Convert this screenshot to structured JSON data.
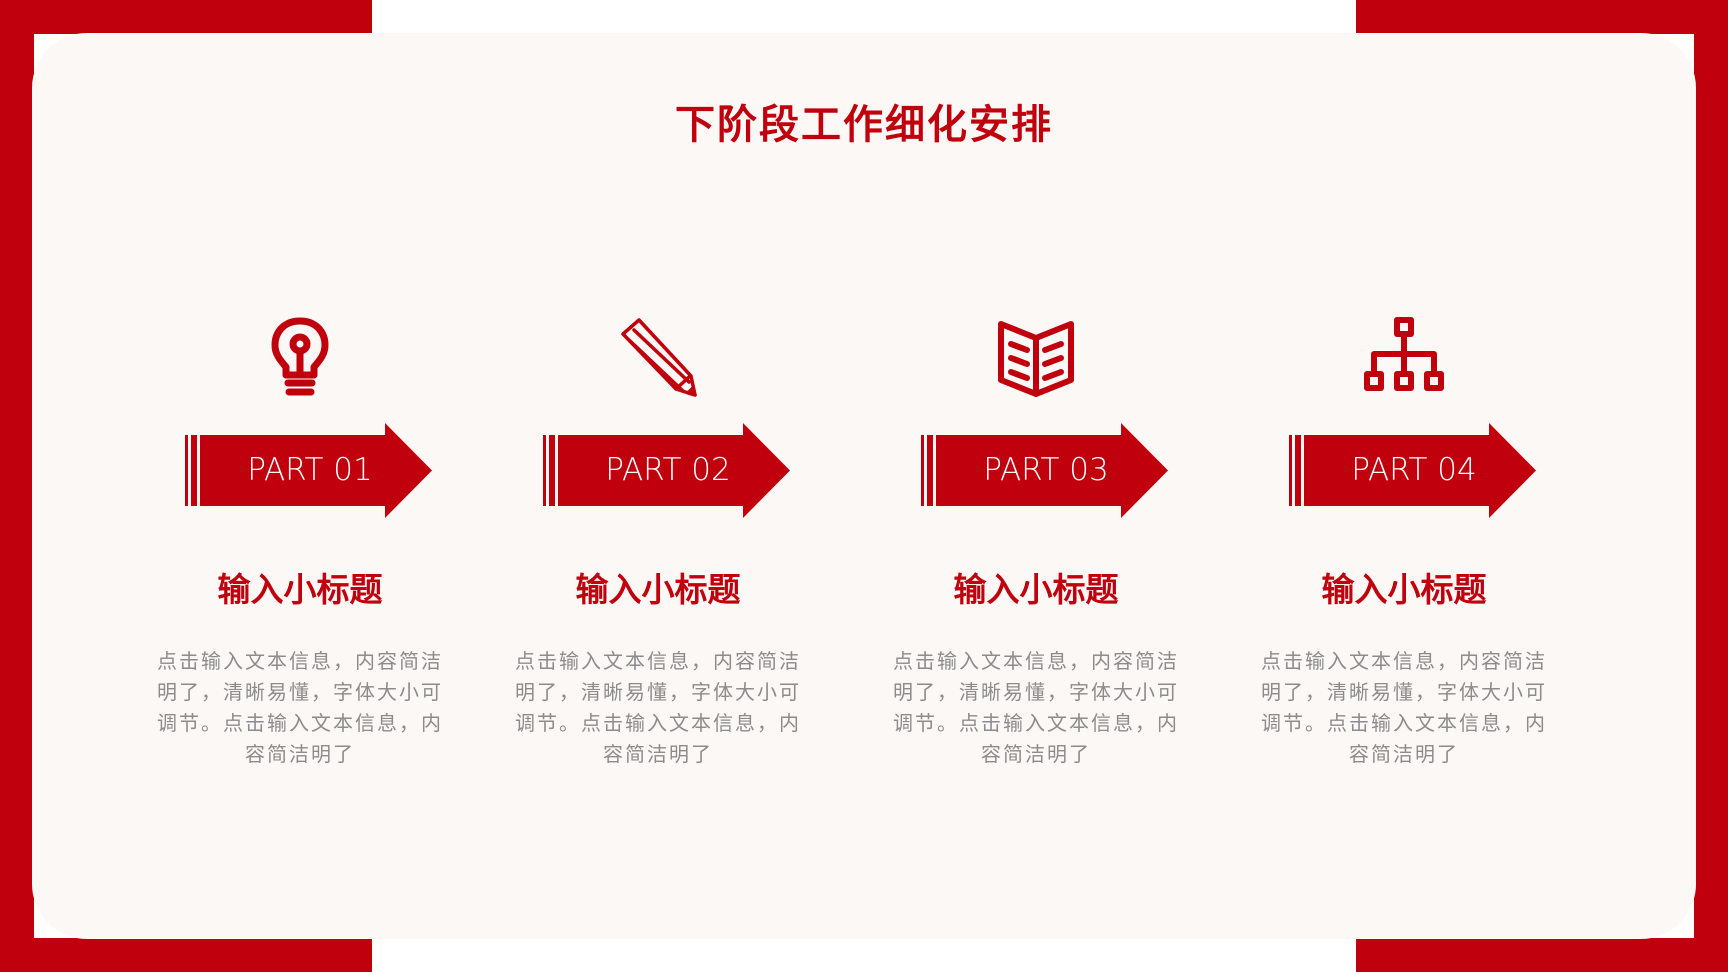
{
  "slide": {
    "title": "下阶段工作细化安排",
    "accent_color": "#C1000E",
    "background_color": "#FCF8F6"
  },
  "parts": [
    {
      "icon": "lightbulb-icon",
      "label": "PART 01",
      "subtitle": "输入小标题",
      "text": "点击输入文本信息，内容简洁明了，清晰易懂，字体大小可调节。点击输入文本信息，内容简洁明了"
    },
    {
      "icon": "pencil-icon",
      "label": "PART 02",
      "subtitle": "输入小标题",
      "text": "点击输入文本信息，内容简洁明了，清晰易懂，字体大小可调节。点击输入文本信息，内容简洁明了"
    },
    {
      "icon": "book-icon",
      "label": "PART 03",
      "subtitle": "输入小标题",
      "text": "点击输入文本信息，内容简洁明了，清晰易懂，字体大小可调节。点击输入文本信息，内容简洁明了"
    },
    {
      "icon": "hierarchy-icon",
      "label": "PART 04",
      "subtitle": "输入小标题",
      "text": "点击输入文本信息，内容简洁明了，清晰易懂，字体大小可调节。点击输入文本信息，内容简洁明了"
    }
  ]
}
